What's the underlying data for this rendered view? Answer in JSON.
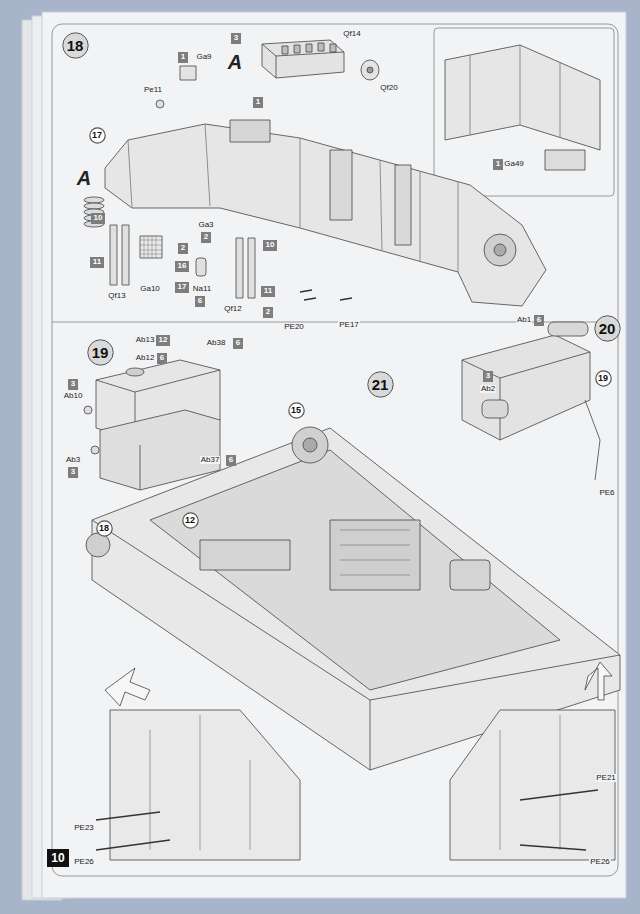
{
  "diagram": {
    "nodes": [
      {
        "text": [
          "18"
        ]
      },
      {
        "text": [
          "3"
        ]
      },
      {
        "text": [
          "1"
        ]
      },
      {
        "text": [
          "1"
        ]
      },
      {
        "text": [
          "17"
        ]
      },
      {
        "text": [
          "10"
        ]
      },
      {
        "text": [
          "2"
        ]
      },
      {
        "text": [
          "2"
        ]
      },
      {
        "text": [
          "10"
        ]
      },
      {
        "text": [
          "16"
        ]
      },
      {
        "text": [
          "11"
        ]
      },
      {
        "text": [
          "17"
        ]
      },
      {
        "text": [
          "11"
        ]
      },
      {
        "text": [
          "6"
        ]
      },
      {
        "text": [
          "2"
        ]
      },
      {
        "text": [
          "1"
        ]
      },
      {
        "text": [
          "19"
        ]
      },
      {
        "text": [
          "12"
        ]
      },
      {
        "text": [
          "6"
        ]
      },
      {
        "text": [
          "6"
        ]
      },
      {
        "text": [
          "3"
        ]
      },
      {
        "text": [
          "3"
        ]
      },
      {
        "text": [
          "6"
        ]
      },
      {
        "text": [
          "20"
        ]
      },
      {
        "text": [
          "6"
        ]
      },
      {
        "text": [
          "19"
        ]
      },
      {
        "text": [
          "3"
        ]
      },
      {
        "text": [
          "21"
        ]
      },
      {
        "text": [
          "15"
        ]
      },
      {
        "text": [
          "18"
        ]
      },
      {
        "text": [
          "12"
        ]
      },
      {
        "text": [
          "10"
        ]
      }
    ],
    "labels": [
      "A",
      "Qf14",
      "Qf20",
      "Ga9",
      "Pe11",
      "A",
      "Qf13",
      "Ga3",
      "Ga10",
      "Na11",
      "Qf12",
      "PE20",
      "PE17",
      "Ga49",
      "Ab13",
      "Ab12",
      "Ab38",
      "Ab10",
      "Ab3",
      "Ab37",
      "Ab1",
      "Ab2",
      "PE6",
      "PE23",
      "PE26",
      "PE21",
      "PE26"
    ]
  }
}
